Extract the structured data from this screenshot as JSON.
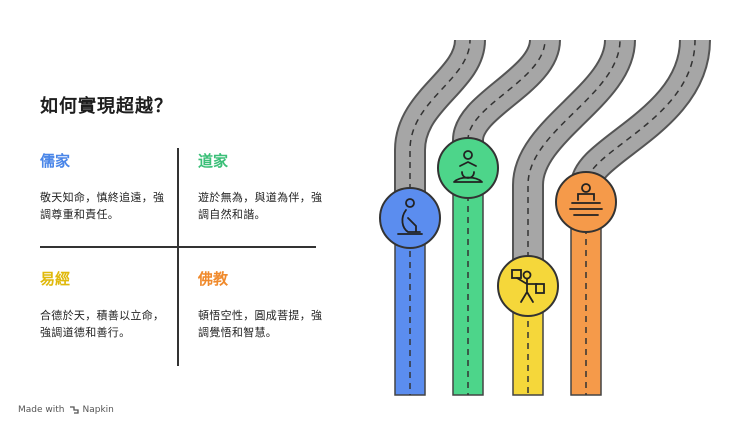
{
  "title": "如何實現超越？",
  "quadrants": [
    {
      "heading": "儒家",
      "text": "敬天知命，慎終追遠，強調尊重和責任。",
      "color": "#4a86e8"
    },
    {
      "heading": "道家",
      "text": "遊於無為，與道為伴，強調自然和諧。",
      "color": "#3bbf78"
    },
    {
      "heading": "易經",
      "text": "合德於天，積善以立命，強調道德和善行。",
      "color": "#e7c21c"
    },
    {
      "heading": "佛教",
      "text": "頓悟空性，圓成菩提，強調覺悟和智慧。",
      "color": "#f08a2c"
    }
  ],
  "roads": [
    {
      "name": "confucian-road",
      "color": "#5b8def",
      "icon": "kneeling-person-icon"
    },
    {
      "name": "taoist-road",
      "color": "#4dd58a",
      "icon": "meditating-person-icon"
    },
    {
      "name": "yijing-road",
      "color": "#f5d73a",
      "icon": "person-carrying-icon"
    },
    {
      "name": "buddhist-road",
      "color": "#f59a4a",
      "icon": "seated-buddha-icon"
    }
  ],
  "footer": {
    "made_with": "Made with",
    "brand": "Napkin"
  }
}
